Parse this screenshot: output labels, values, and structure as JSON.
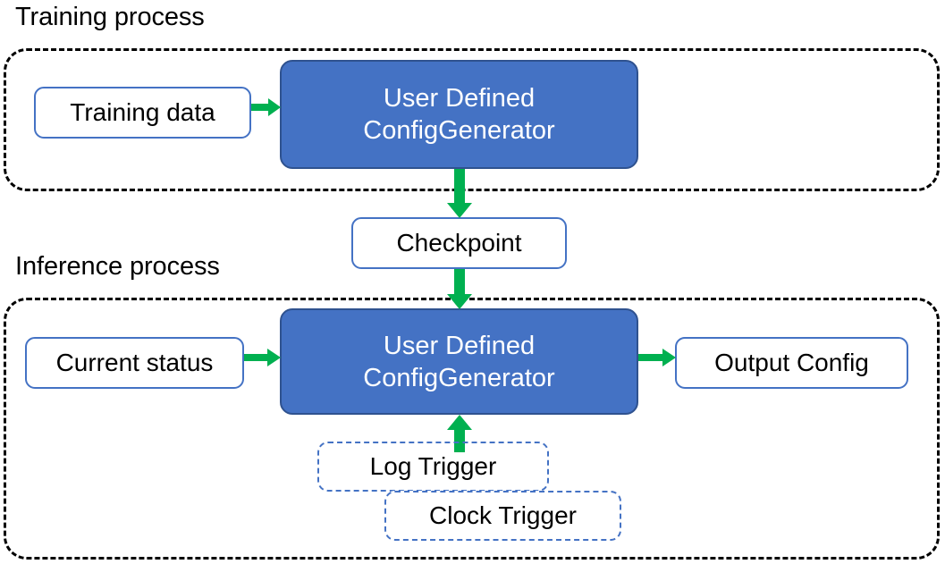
{
  "diagram": {
    "title_training": "Training process",
    "title_inference": "Inference process",
    "accent_blue": "#4472C4",
    "accent_blue_dark": "#2F528F",
    "accent_green": "#00B050",
    "container_border": "#000000",
    "node_fill": "#ffffff",
    "text_color": "#000000",
    "block_text_color": "#ffffff"
  },
  "training": {
    "group_label": "Training process",
    "nodes": {
      "training_data": "Training data",
      "generator_line1": "User Defined",
      "generator_line2": "ConfigGenerator"
    }
  },
  "bridge": {
    "checkpoint": "Checkpoint"
  },
  "inference": {
    "group_label": "Inference process",
    "nodes": {
      "current_status": "Current status",
      "generator_line1": "User Defined",
      "generator_line2": "ConfigGenerator",
      "output_config": "Output Config",
      "log_trigger": "Log Trigger",
      "clock_trigger": "Clock Trigger"
    }
  },
  "edges": [
    {
      "id": "training-data-to-generator",
      "from": "Training data",
      "to": "User Defined ConfigGenerator",
      "direction": "right"
    },
    {
      "id": "generator-to-checkpoint",
      "from": "User Defined ConfigGenerator",
      "to": "Checkpoint",
      "direction": "down"
    },
    {
      "id": "checkpoint-to-generator",
      "from": "Checkpoint",
      "to": "User Defined ConfigGenerator",
      "direction": "down"
    },
    {
      "id": "status-to-generator",
      "from": "Current status",
      "to": "User Defined ConfigGenerator",
      "direction": "right"
    },
    {
      "id": "generator-to-output",
      "from": "User Defined ConfigGenerator",
      "to": "Output Config",
      "direction": "right"
    },
    {
      "id": "triggers-to-generator",
      "from": "Log Trigger / Clock Trigger",
      "to": "User Defined ConfigGenerator",
      "direction": "up"
    }
  ]
}
